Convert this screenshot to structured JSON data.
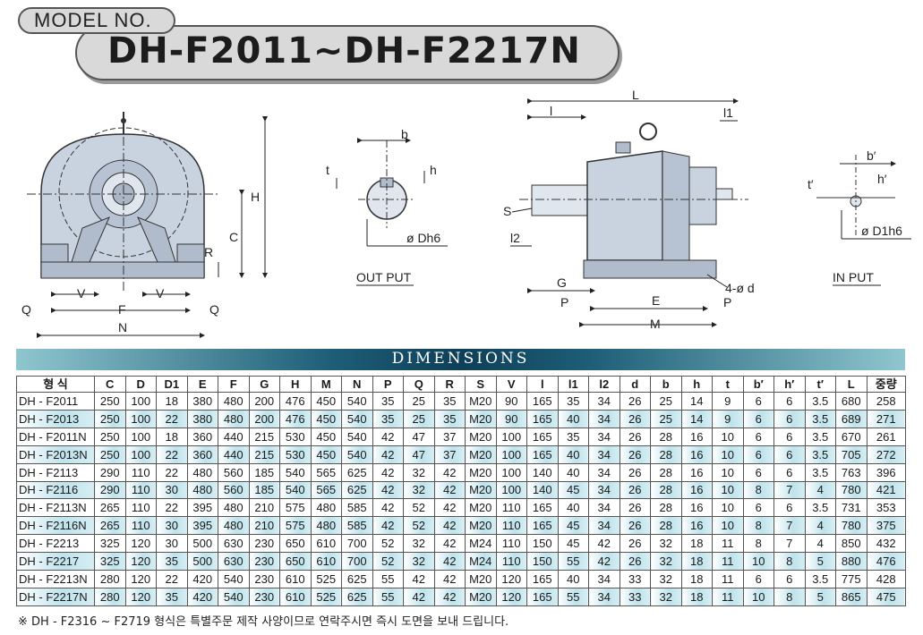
{
  "header": {
    "model_label": "MODEL NO.",
    "model_title": "DH-F2011~DH-F2217N"
  },
  "drawings": {
    "front_view": {
      "labels": [
        "C",
        "H",
        "R",
        "V",
        "V",
        "Q",
        "F",
        "Q",
        "N"
      ]
    },
    "output_shaft": {
      "caption": "OUT PUT",
      "labels": [
        "b",
        "t",
        "h",
        "ø Dh6"
      ]
    },
    "side_view": {
      "labels": [
        "L",
        "l",
        "l1",
        "S",
        "l2",
        "G",
        "E",
        "P",
        "P",
        "M",
        "4-ø d"
      ]
    },
    "input_shaft": {
      "caption": "IN PUT",
      "labels": [
        "b′",
        "h′",
        "t′",
        "ø D1h6"
      ]
    }
  },
  "banner": {
    "title": "DIMENSIONS"
  },
  "table": {
    "headers": [
      "형 식",
      "C",
      "D",
      "D1",
      "E",
      "F",
      "G",
      "H",
      "M",
      "N",
      "P",
      "Q",
      "R",
      "S",
      "V",
      "l",
      "l1",
      "l2",
      "d",
      "b",
      "h",
      "t",
      "b′",
      "h′",
      "t′",
      "L",
      "중량"
    ],
    "rows": [
      [
        "DH - F2011",
        "250",
        "100",
        "18",
        "380",
        "480",
        "200",
        "476",
        "450",
        "540",
        "35",
        "25",
        "35",
        "M20",
        "90",
        "165",
        "35",
        "34",
        "26",
        "25",
        "14",
        "9",
        "6",
        "6",
        "3.5",
        "680",
        "258"
      ],
      [
        "DH - F2013",
        "250",
        "100",
        "22",
        "380",
        "480",
        "200",
        "476",
        "450",
        "540",
        "35",
        "25",
        "35",
        "M20",
        "90",
        "165",
        "40",
        "34",
        "26",
        "25",
        "14",
        "9",
        "6",
        "6",
        "3.5",
        "689",
        "271"
      ],
      [
        "DH - F2011N",
        "250",
        "100",
        "18",
        "360",
        "440",
        "215",
        "530",
        "450",
        "540",
        "42",
        "47",
        "37",
        "M20",
        "100",
        "165",
        "35",
        "34",
        "26",
        "28",
        "16",
        "10",
        "6",
        "6",
        "3.5",
        "670",
        "261"
      ],
      [
        "DH - F2013N",
        "250",
        "100",
        "22",
        "360",
        "440",
        "215",
        "530",
        "450",
        "540",
        "42",
        "47",
        "37",
        "M20",
        "100",
        "165",
        "40",
        "34",
        "26",
        "28",
        "16",
        "10",
        "6",
        "6",
        "3.5",
        "705",
        "272"
      ],
      [
        "DH - F2113",
        "290",
        "110",
        "22",
        "480",
        "560",
        "185",
        "540",
        "565",
        "625",
        "42",
        "32",
        "42",
        "M20",
        "100",
        "140",
        "40",
        "34",
        "26",
        "28",
        "16",
        "10",
        "6",
        "6",
        "3.5",
        "763",
        "396"
      ],
      [
        "DH - F2116",
        "290",
        "110",
        "30",
        "480",
        "560",
        "185",
        "540",
        "565",
        "625",
        "42",
        "32",
        "42",
        "M20",
        "100",
        "140",
        "45",
        "34",
        "26",
        "28",
        "16",
        "10",
        "8",
        "7",
        "4",
        "780",
        "421"
      ],
      [
        "DH - F2113N",
        "265",
        "110",
        "22",
        "395",
        "480",
        "210",
        "575",
        "480",
        "585",
        "42",
        "52",
        "42",
        "M20",
        "110",
        "165",
        "40",
        "34",
        "26",
        "28",
        "16",
        "10",
        "6",
        "6",
        "3.5",
        "731",
        "353"
      ],
      [
        "DH - F2116N",
        "265",
        "110",
        "30",
        "395",
        "480",
        "210",
        "575",
        "480",
        "585",
        "42",
        "52",
        "42",
        "M20",
        "110",
        "165",
        "45",
        "34",
        "26",
        "28",
        "16",
        "10",
        "8",
        "7",
        "4",
        "780",
        "375"
      ],
      [
        "DH - F2213",
        "325",
        "120",
        "30",
        "500",
        "630",
        "230",
        "650",
        "610",
        "700",
        "52",
        "32",
        "42",
        "M24",
        "110",
        "150",
        "45",
        "42",
        "26",
        "32",
        "18",
        "11",
        "8",
        "7",
        "4",
        "850",
        "432"
      ],
      [
        "DH - F2217",
        "325",
        "120",
        "35",
        "500",
        "630",
        "230",
        "650",
        "610",
        "700",
        "52",
        "32",
        "42",
        "M24",
        "110",
        "150",
        "55",
        "42",
        "26",
        "32",
        "18",
        "11",
        "10",
        "8",
        "5",
        "880",
        "476"
      ],
      [
        "DH - F2213N",
        "280",
        "120",
        "22",
        "420",
        "540",
        "230",
        "610",
        "525",
        "625",
        "55",
        "42",
        "42",
        "M20",
        "120",
        "165",
        "40",
        "34",
        "33",
        "32",
        "18",
        "11",
        "6",
        "6",
        "3.5",
        "775",
        "428"
      ],
      [
        "DH - F2217N",
        "280",
        "120",
        "35",
        "420",
        "540",
        "230",
        "610",
        "525",
        "625",
        "55",
        "42",
        "42",
        "M20",
        "120",
        "165",
        "55",
        "34",
        "33",
        "32",
        "18",
        "11",
        "10",
        "8",
        "5",
        "865",
        "475"
      ]
    ]
  },
  "footnote": "※ DH - F2316 ~ F2719 형식은 특별주문 제작 사양이므로 연락주시면 즉시 도면을 보내 드립니다.",
  "colors": {
    "banner_dark": "#0e3f58",
    "row_highlight": "#bfe3ec",
    "casting": "#c9d3e0"
  }
}
